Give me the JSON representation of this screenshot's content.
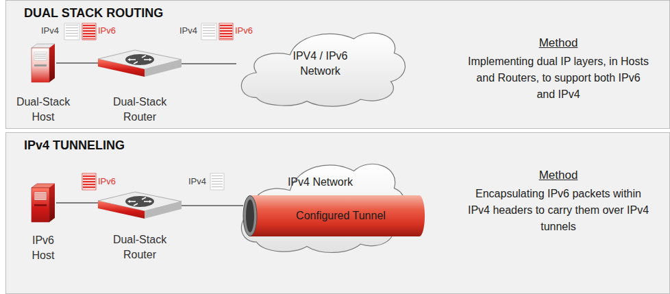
{
  "diagram": {
    "nodes": [
      {
        "text": [
          "DUAL STACK ROUTING"
        ]
      },
      {
        "text": [
          "Dual-Stack Host"
        ],
        "in": 0
      },
      {
        "text": [
          "Dual-Stack Router"
        ],
        "in": 0
      },
      {
        "text": [
          "IPV4 / IPv6 Network"
        ],
        "in": 0
      },
      {
        "text": [
          "IPv4 TUNNELING"
        ]
      },
      {
        "text": [
          "IPv6 Host"
        ],
        "in": 4
      },
      {
        "text": [
          "Dual-Stack Router"
        ],
        "in": 4
      },
      {
        "text": [
          "IPv4 Network"
        ],
        "in": 4
      },
      {
        "text": [
          "Configured Tunnel"
        ],
        "in": 7
      }
    ],
    "edges": [
      {
        "from": 1,
        "to": 2,
        "arrow": "none"
      },
      {
        "from": 2,
        "to": 3,
        "arrow": "none"
      },
      {
        "from": 5,
        "to": 6,
        "arrow": "none"
      },
      {
        "from": 6,
        "to": 8,
        "arrow": "none"
      }
    ],
    "labels": [
      "IPv4",
      "IPv6",
      "IPv4",
      "IPv6",
      "Method",
      "Implementing dual IP layers, in Hosts and Routers, to support both IPv6 and IPv4",
      "IPv6",
      "IPv4",
      "Method",
      "Encapsulating IPv6 packets within IPv4 headers to carry them over IPv4 tunnels"
    ]
  }
}
